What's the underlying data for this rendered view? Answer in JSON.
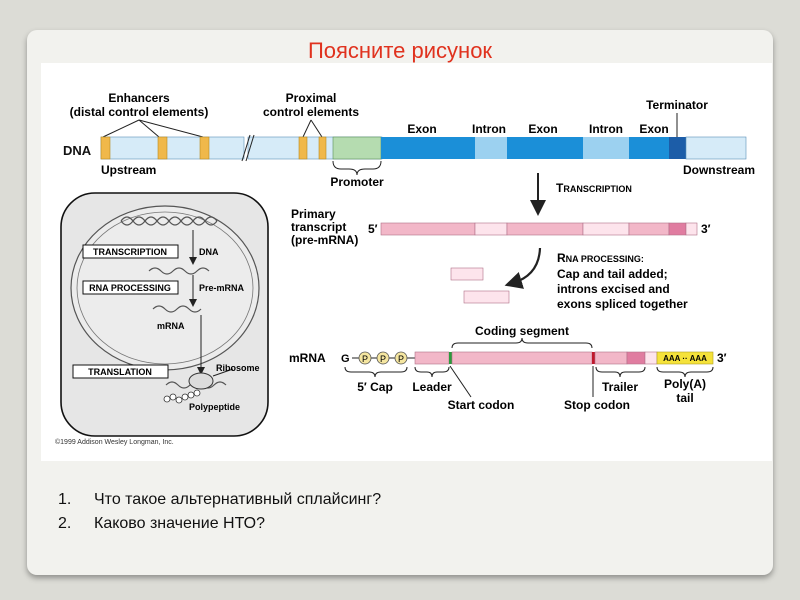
{
  "slide": {
    "title": "Поясните рисунок",
    "questions": [
      {
        "num": "1.",
        "text": "Что такое альтернативный сплайсинг?"
      },
      {
        "num": "2.",
        "text": "Каково значение НТО?"
      }
    ]
  },
  "diagram": {
    "dna": {
      "label": "DNA",
      "enhancers_label_1": "Enhancers",
      "enhancers_label_2": "(distal control elements)",
      "proximal_label_1": "Proximal",
      "proximal_label_2": "control elements",
      "upstream": "Upstream",
      "downstream": "Downstream",
      "promoter": "Promoter",
      "terminator": "Terminator",
      "segments": [
        "Exon",
        "Intron",
        "Exon",
        "Intron",
        "Exon"
      ]
    },
    "transcription_step": {
      "first": "T",
      "rest": "RANSCRIPTION"
    },
    "primary_transcript": {
      "line1": "Primary",
      "line2": "transcript",
      "line3": "(pre-mRNA)",
      "five_prime": "5′",
      "three_prime": "3′"
    },
    "rna_processing_step": {
      "first": "R",
      "rest": "NA PROCESSING:",
      "line2": "Cap and tail added;",
      "line3": "introns excised and",
      "line4": "exons spliced together"
    },
    "mrna": {
      "label": "mRNA",
      "g": "G",
      "p": "P",
      "coding_segment": "Coding segment",
      "five_cap": "5′ Cap",
      "leader": "Leader",
      "start_codon": "Start codon",
      "stop_codon": "Stop codon",
      "trailer": "Trailer",
      "polya_1": "Poly(A)",
      "polya_2": "tail",
      "aaa": "AAA ·· AAA",
      "three_prime": "3′"
    },
    "cell": {
      "transcription": "TRANSCRIPTION",
      "dna": "DNA",
      "rna_processing": "RNA PROCESSING",
      "pre_mrna": "Pre-mRNA",
      "mrna": "mRNA",
      "translation": "TRANSLATION",
      "ribosome": "Ribosome",
      "polypeptide": "Polypeptide"
    },
    "copyright": "©1999 Addison Wesley Longman, Inc.",
    "colors": {
      "exon": "#1b8fd8",
      "intron": "#9cd1f0",
      "dna_light": "#d6ebf8",
      "promoter": "#b5dcb0",
      "enhancer": "#f0b84a",
      "terminator": "#1c5da8",
      "rna": "#f2b7c8",
      "rna_light": "#fde4ec",
      "rna_dark": "#e07ca0",
      "polya": "#f5e23a",
      "cap": "#f5e6a0",
      "title": "#e0321e"
    }
  }
}
